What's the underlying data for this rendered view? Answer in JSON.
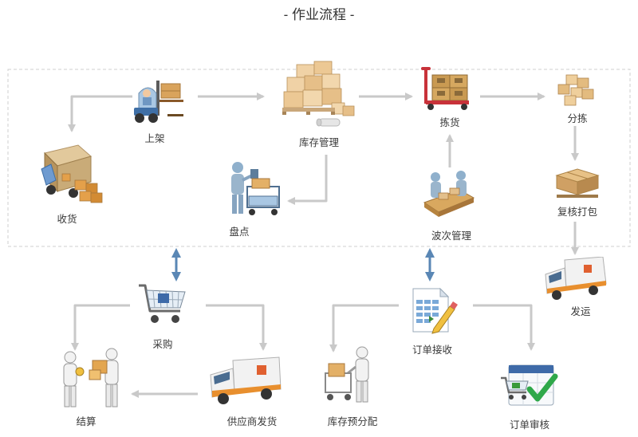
{
  "title": "- 作业流程 -",
  "nodes": {
    "shelving": "上架",
    "inventory": "库存管理",
    "picking": "拣货",
    "sorting": "分拣",
    "receiving": "收货",
    "stocktake": "盘点",
    "wave": "波次管理",
    "review_pack": "复核打包",
    "shipping": "发运",
    "purchasing": "采购",
    "order_receive": "订单接收",
    "settlement": "结算",
    "supplier_ship": "供应商发货",
    "preallocate": "库存预分配",
    "order_review": "订单审核"
  },
  "colors": {
    "arrow": "#c9c9c9",
    "sync_arrow": "#5a87b5",
    "frame": "#cfcfcf",
    "box": "#e3bf8b",
    "worker": "#9ab5cc"
  }
}
